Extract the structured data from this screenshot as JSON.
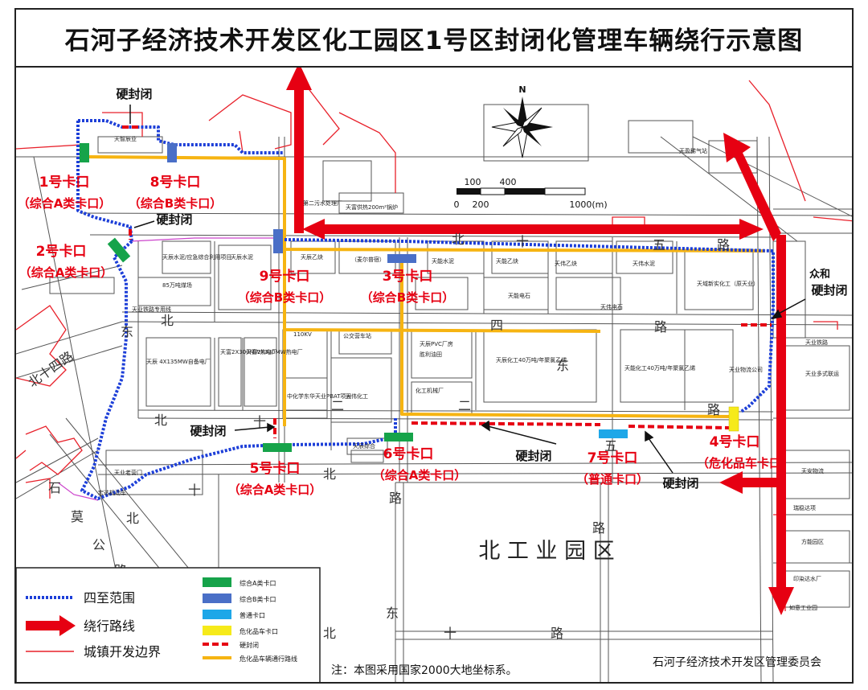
{
  "title": "石河子经济技术开发区化工园区1号区封闭化管理车辆绕行示意图",
  "colors": {
    "boundary_dotted": "#1d3fd8",
    "detour_arrow": "#e60012",
    "town_boundary": "#e8202a",
    "gate_comprehensive_A": "#16a34a",
    "gate_comprehensive_B": "#4a6fc7",
    "gate_ordinary": "#1ea7e8",
    "gate_hazmat": "#f6ea1a",
    "hard_closure": "#e60012",
    "hazmat_route": "#f6b412",
    "magenta_line": "#cc44cc"
  },
  "gates": [
    {
      "name": "1号卡口",
      "type": "（综合A类卡口）"
    },
    {
      "name": "8号卡口",
      "type": "（综合B类卡口）"
    },
    {
      "name": "2号卡口",
      "type": "（综合A类卡口）"
    },
    {
      "name": "9号卡口",
      "type": "（综合B类卡口）"
    },
    {
      "name": "3号卡口",
      "type": "（综合B类卡口）"
    },
    {
      "name": "5号卡口",
      "type": "（综合A类卡口）"
    },
    {
      "name": "6号卡口",
      "type": "（综合A类卡口）"
    },
    {
      "name": "7号卡口",
      "type": "（普通卡口）"
    },
    {
      "name": "4号卡口",
      "type": "（危化品车卡口）"
    }
  ],
  "hard_closure_label": "硬封闭",
  "compass": {
    "north": "N"
  },
  "scale_bar": {
    "labels": [
      "100",
      "400",
      "0",
      "200",
      "1000(m)"
    ]
  },
  "streets": {
    "s1": "北",
    "s2": "十",
    "s3": "五",
    "s4": "路",
    "s5": "东",
    "s6": "北",
    "s7": "四",
    "s8": "路",
    "s9": "北",
    "s10": "十",
    "s11": "二",
    "s12": "路",
    "s13": "北十四路",
    "s14": "石",
    "s15": "莫",
    "s16": "公",
    "s17": "路",
    "s18": "北",
    "s19": "十",
    "s20": "路",
    "s21": "五",
    "s22": "二",
    "s23": "北",
    "s24": "东",
    "s25": "十",
    "s26": "路",
    "s27": "北",
    "s28": "东"
  },
  "district_label": "北 工 业 园 区",
  "place_labels": {
    "zhonghe": "众和",
    "p1": "天智辰业",
    "p2": "天盈稀气站",
    "p3": "第二污水处理厂",
    "p4": "天富供热200m²锅炉",
    "p5": "天辰水泥/应急综合利用项目",
    "p6": "天辰水泥",
    "p7": "天辰乙炔",
    "p8": "天能水泥",
    "p9": "天能乙炔",
    "p10": "天伟乙炔",
    "p11": "天伟水泥",
    "p12": "天域新实化工（原天业）",
    "p13": "85万吨煤场",
    "p14": "天业铁路专用线",
    "p15": "天能电石",
    "p16": "天伟电石",
    "p17": "天辰PVC厂房",
    "p18": "胜利油田",
    "p19": "天辰化工40万吨/年聚氯乙烯",
    "p20": "天能化工40万吨/年聚氯乙烯",
    "p21": "天业物流公司",
    "p22": "天业铁路",
    "p23": "天业多式联运",
    "p24": "天辰 4X135MW自备电厂",
    "p25": "天富2X300MW热电厂",
    "p26": "天富2X330MW热电厂",
    "p27": "中化学东华天业PBAT项目",
    "p28": "天伟化工",
    "p29": "化工机械厂",
    "p30": "天业老营门",
    "p31": "宏达机动车",
    "p32": "天安物流",
    "p33": "瑞稳达项",
    "p34": "方能园区",
    "p35": "印染达水厂",
    "p36": "如意工业园",
    "p37": "110KV",
    "p38": "公交营车站",
    "p39": "（麦尔普宿）",
    "p40": "天辰综合"
  },
  "legend": {
    "left": [
      {
        "label": "四至范围"
      },
      {
        "label": "绕行路线"
      },
      {
        "label": "城镇开发边界"
      }
    ],
    "right": [
      {
        "label": "综合A类卡口"
      },
      {
        "label": "综合B类卡口"
      },
      {
        "label": "普通卡口"
      },
      {
        "label": "危化品车卡口"
      },
      {
        "label": "硬封闭"
      },
      {
        "label": "危化品车辆通行路线"
      }
    ]
  },
  "note": "注：本图采用国家2000大地坐标系。",
  "issuer": "石河子经济技术开发区管理委员会"
}
